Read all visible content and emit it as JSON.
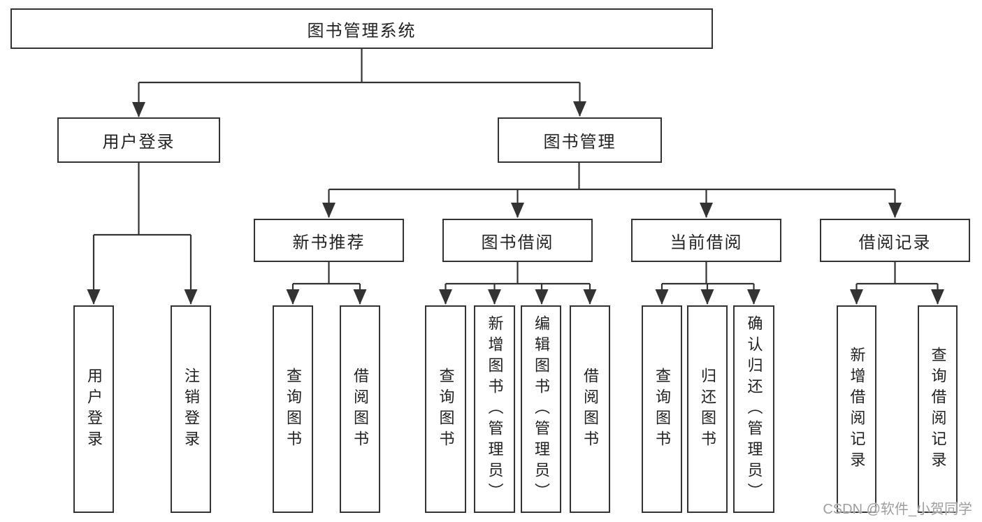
{
  "tree": {
    "root": {
      "label": "图书管理系统"
    },
    "level2": [
      {
        "label": "用户登录",
        "children": [
          {
            "label": "用户登录"
          },
          {
            "label": "注销登录"
          }
        ]
      },
      {
        "label": "图书管理",
        "children": [
          {
            "label": "新书推荐",
            "children": [
              {
                "label": "查询图书"
              },
              {
                "label": "借阅图书"
              }
            ]
          },
          {
            "label": "图书借阅",
            "children": [
              {
                "label": "查询图书"
              },
              {
                "label": "新增图书（管理员）"
              },
              {
                "label": "编辑图书（管理员）"
              },
              {
                "label": "借阅图书"
              }
            ]
          },
          {
            "label": "当前借阅",
            "children": [
              {
                "label": "查询图书"
              },
              {
                "label": "归还图书"
              },
              {
                "label": "确认归还（管理员）"
              }
            ]
          },
          {
            "label": "借阅记录",
            "children": [
              {
                "label": "新增借阅记录"
              },
              {
                "label": "查询借阅记录"
              }
            ]
          }
        ]
      }
    ]
  },
  "watermark": {
    "text": "CSDN @软件_小贺同学"
  },
  "colors": {
    "line": "#333333",
    "box_border": "#333333",
    "box_fill": "#ffffff",
    "text": "#222222",
    "watermark": "#9e9e9e",
    "background": "#ffffff"
  }
}
